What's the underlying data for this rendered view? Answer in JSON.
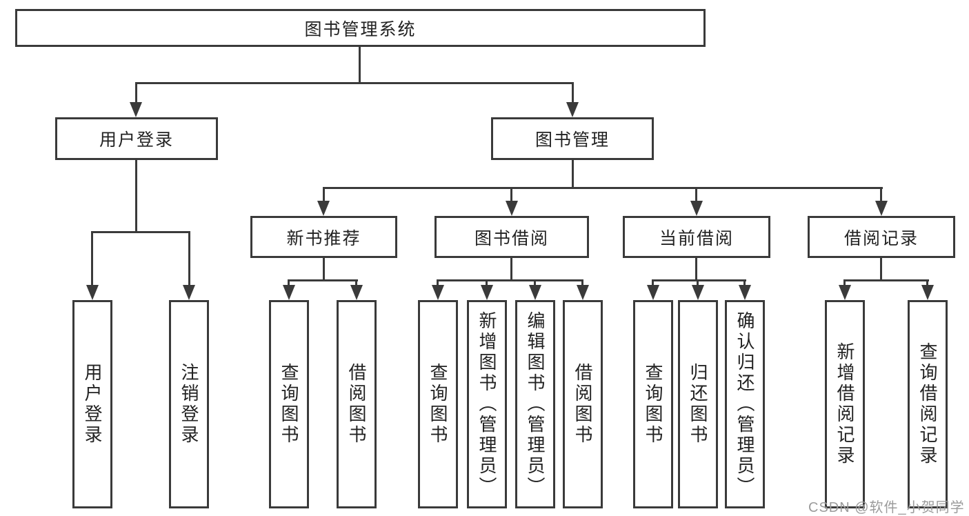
{
  "colors": {
    "line": "#3a3a3a",
    "text": "#222222",
    "watermark": "#9b9b9b",
    "box_background": "#ffffff"
  },
  "diagram": {
    "type": "tree",
    "root": {
      "label": "图书管理系统"
    },
    "branches": [
      {
        "label": "用户登录",
        "children": [
          {
            "label": "用户登录"
          },
          {
            "label": "注销登录"
          }
        ]
      },
      {
        "label": "图书管理",
        "children": [
          {
            "label": "新书推荐",
            "children": [
              {
                "label": "查询图书"
              },
              {
                "label": "借阅图书"
              }
            ]
          },
          {
            "label": "图书借阅",
            "children": [
              {
                "label": "查询图书"
              },
              {
                "label": "新增图书（管理员）"
              },
              {
                "label": "编辑图书（管理员）"
              },
              {
                "label": "借阅图书"
              }
            ]
          },
          {
            "label": "当前借阅",
            "children": [
              {
                "label": "查询图书"
              },
              {
                "label": "归还图书"
              },
              {
                "label": "确认归还（管理员）"
              }
            ]
          },
          {
            "label": "借阅记录",
            "children": [
              {
                "label": "新增借阅记录"
              },
              {
                "label": "查询借阅记录"
              }
            ]
          }
        ]
      }
    ]
  },
  "watermark": {
    "text": "CSDN @软件_小贺同学"
  }
}
